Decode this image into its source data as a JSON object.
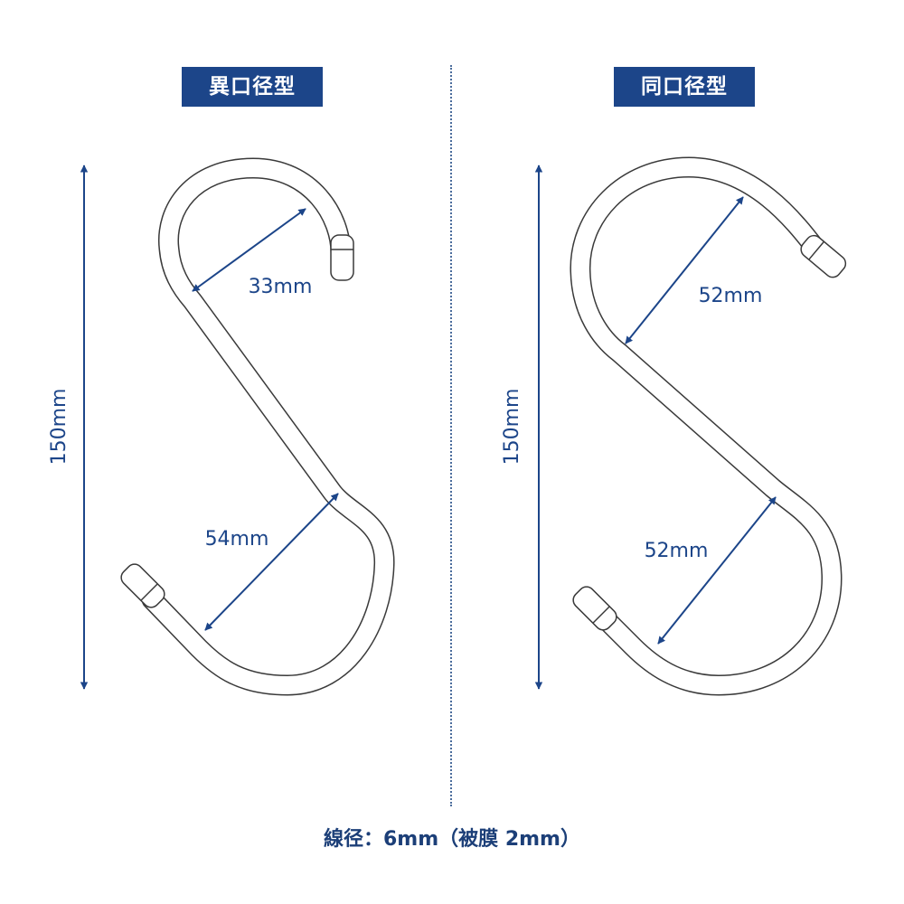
{
  "left_panel": {
    "title": "異口径型",
    "height_label": "150mm",
    "upper_label": "33mm",
    "lower_label": "54mm"
  },
  "right_panel": {
    "title": "同口径型",
    "height_label": "150mm",
    "upper_label": "52mm",
    "lower_label": "52mm"
  },
  "caption": "線径：6mm（被膜 2mm）",
  "colors": {
    "accent": "#1c4589",
    "text": "#1c4589",
    "hook_outline": "#3a3a3a"
  }
}
